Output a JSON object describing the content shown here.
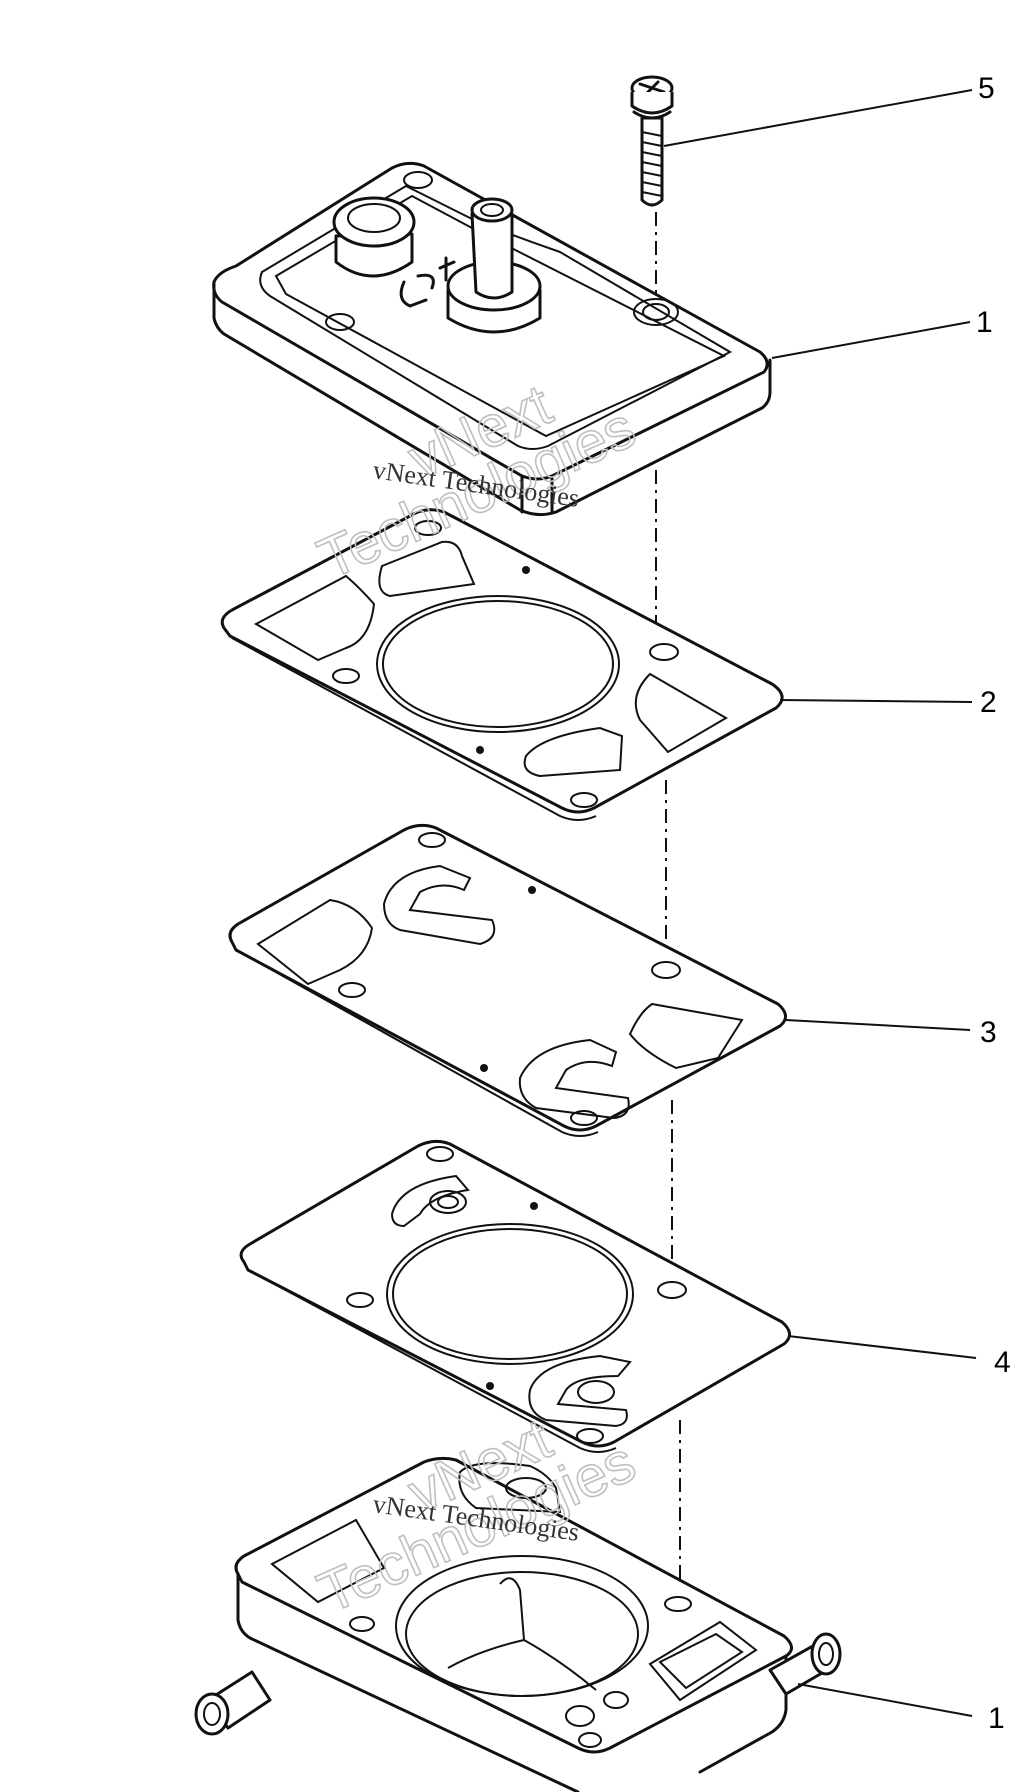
{
  "callouts": {
    "bolt": "5",
    "cover": "1",
    "gasket_upper": "2",
    "diaphragm": "3",
    "gasket_lower": "4",
    "body": "1"
  },
  "watermark": {
    "serif_text": "vNext Technologies",
    "outline_line1": "vNext",
    "outline_line2": "Technologies"
  }
}
